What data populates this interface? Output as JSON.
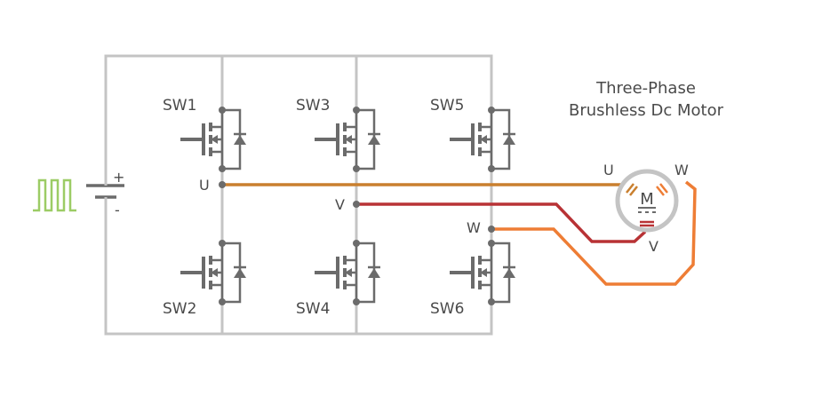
{
  "switches": [
    {
      "name": "SW1"
    },
    {
      "name": "SW2"
    },
    {
      "name": "SW3"
    },
    {
      "name": "SW4"
    },
    {
      "name": "SW5"
    },
    {
      "name": "SW6"
    }
  ],
  "nodes": {
    "u": "U",
    "v": "V",
    "w": "W"
  },
  "battery": {
    "plus": "+",
    "minus": "-"
  },
  "motor": {
    "title_line1": "Three-Phase",
    "title_line2": "Brushless Dc Motor",
    "symbol": "M",
    "terminal_u": "U",
    "terminal_v": "V",
    "terminal_w": "W"
  },
  "colors": {
    "phase_u": "#c97f2e",
    "phase_v": "#b83235",
    "phase_w": "#ee7d35",
    "pwm": "#9ccc65",
    "bus": "#c4c4c4",
    "device": "#6b6b6b"
  }
}
